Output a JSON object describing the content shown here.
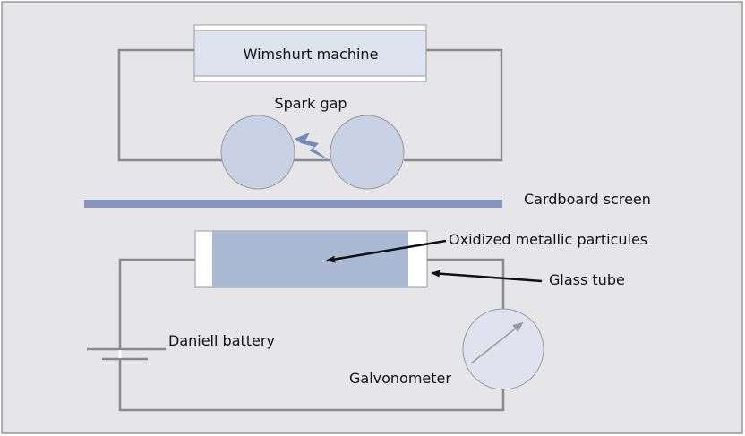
{
  "labels": {
    "wimshurt": "Wimshurt machine",
    "spark_gap": "Spark gap",
    "cardboard": "Cardboard screen",
    "particles": "Oxidized metallic particules",
    "glass_tube": "Glass tube",
    "battery": "Daniell battery",
    "galvanometer": "Galvonometer"
  },
  "colors": {
    "background": "#e6e6e8",
    "wire": "#8a8a8a",
    "machine_fill": "#dfe2ef",
    "sphere_fill": "#c8d2e4",
    "spark": "#6f8cbc",
    "screen": "#8496bf",
    "particles_fill": "#aab9d4",
    "galvanometer_fill": "#e0e3ef"
  }
}
